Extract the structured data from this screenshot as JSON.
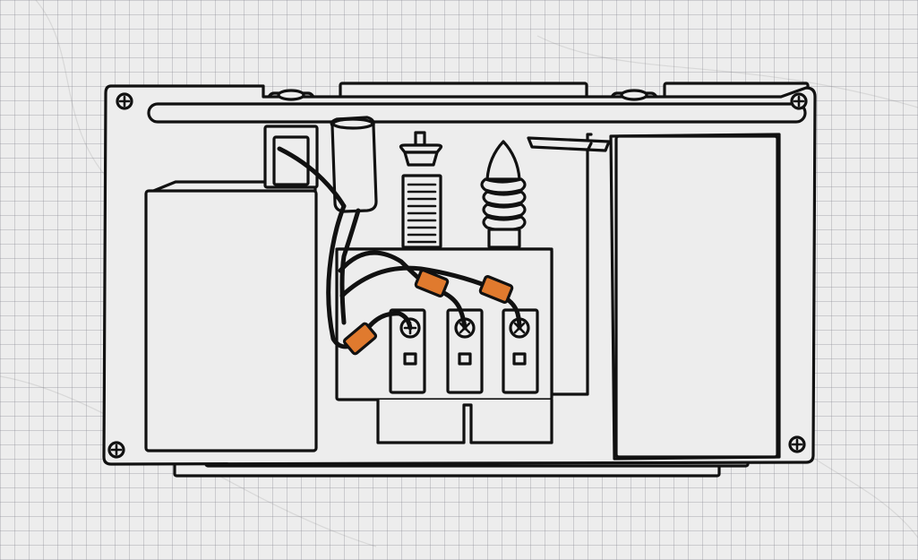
{
  "diagram": {
    "colors": {
      "paper": "#ededed",
      "grid": "#9a9aa6",
      "ink": "#111111",
      "wire_nut": "#e07a2e"
    },
    "parts": [
      "doorbell-chime-housing",
      "left-chime-tone-bar",
      "right-chime-tone-bar",
      "capacitor",
      "solenoid-plunger",
      "terminal-block",
      "screw-terminal-front",
      "screw-terminal-trans",
      "screw-terminal-rear",
      "wire-nut-connectors"
    ],
    "icons": [
      "plus-screw-icon",
      "cross-screw-icon"
    ]
  }
}
